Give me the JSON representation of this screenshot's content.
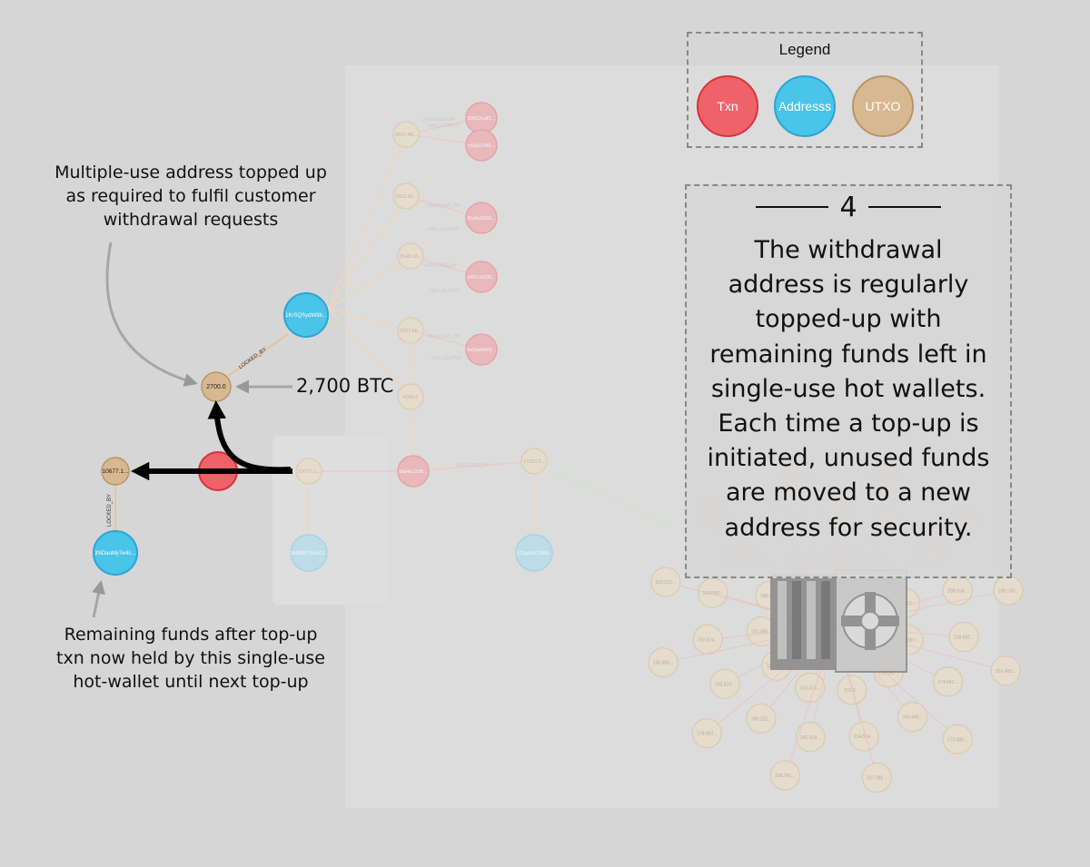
{
  "legend": {
    "title": "Legend",
    "items": [
      {
        "label": "Txn",
        "fill": "#f0626a",
        "stroke": "#d9323c"
      },
      {
        "label": "Addresss",
        "fill": "#4ac4e8",
        "stroke": "#2aa6d3"
      },
      {
        "label": "UTXO",
        "fill": "#d8b890",
        "stroke": "#b8966a"
      }
    ]
  },
  "info": {
    "step": "4",
    "lines": [
      "The withdrawal",
      "address is regularly",
      "topped-up with",
      "remaining funds left in",
      "single-use hot wallets.",
      "Each time a top-up is",
      "initiated, unused funds",
      "are moved to a new",
      "address for security."
    ]
  },
  "annotations": {
    "top": [
      "Multiple-use address topped up",
      "as required to fulfil customer",
      "withdrawal requests"
    ],
    "bottom": [
      "Remaining funds after top-up",
      "txn now held by this single-use",
      "hot-wallet until next top-up"
    ],
    "btc_label": "2,700 BTC"
  },
  "graph": {
    "utxo_main": "2700.0",
    "utxo_left": "10677.1...",
    "address_main": "1KrSQSydW9b...",
    "address_left": "3NDaoMy7w4c...",
    "edge_locked_by": "LOCKED_BY",
    "faded_utxos": [
      "2647.48...",
      "2613.30...",
      "2648.13...",
      "2667.66...",
      "4000.0",
      "10677.1...",
      "17253.0..."
    ],
    "faded_txns": [
      "83632caf1...",
      "c5a9116f9...",
      "41a0c0650...",
      "c621cd135...",
      "0e33a8428...",
      "bfa4e12d9..."
    ],
    "faded_addresses": [
      "3AD8kCYBpV1...",
      "3JZjsbVC5NN..."
    ],
    "faded_edges": [
      "UNLOCKED_BY",
      "HAS_OUTPUT"
    ],
    "cluster_utxos": [
      "193.561...",
      "211.5...",
      "214.224...",
      "186.793...",
      "231.056...",
      "188.907...",
      "181.248...",
      "172.991...",
      "157.185...",
      "224.977...",
      "168.397...",
      "214.564...",
      "242.519...",
      "160.122...",
      "162.529...",
      "210.874...",
      "249.059...",
      "201.215...",
      "190.998...",
      "177.629...",
      "172.621...",
      "186.764...",
      "209.914...",
      "218.602...",
      "174.642...",
      "163.445...",
      "199.741...",
      "178.653...",
      "155.693...",
      "203.212...",
      "244.850...",
      "164.300...",
      "245.911...",
      "183.264...",
      "238.139...",
      "161.455...",
      "173.096...",
      "207.965..."
    ]
  }
}
